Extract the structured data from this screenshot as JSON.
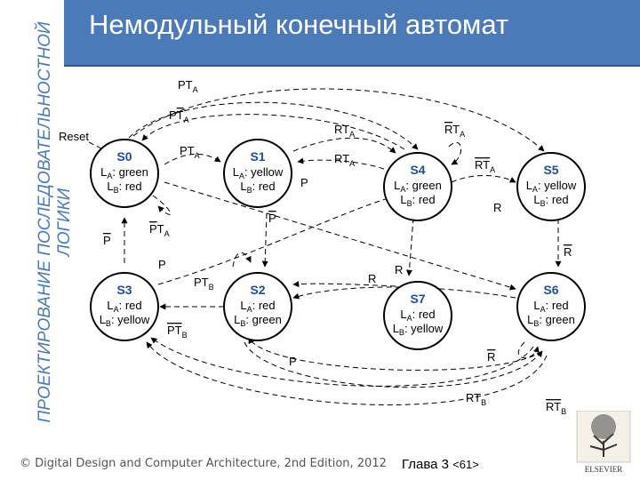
{
  "title": "Немодульный конечный автомат",
  "side_label": "ПРОЕКТИРОВАНИЕ ПОСЛЕДОВАТЕЛЬНОСТНОЙ ЛОГИКИ",
  "footer": {
    "copyright": "© Digital Design and Computer Architecture, 2nd Edition, 2012",
    "chapter": "Глава 3",
    "page": "<61>"
  },
  "logo_text": "ELSEVIER",
  "colors": {
    "header": "#4a7ab8",
    "state_name": "#1f4e9c"
  },
  "reset_label": "Reset",
  "states": [
    {
      "id": "s0",
      "name": "S0",
      "a": "green",
      "b": "red"
    },
    {
      "id": "s1",
      "name": "S1",
      "a": "yellow",
      "b": "red"
    },
    {
      "id": "s2",
      "name": "S2",
      "a": "red",
      "b": "green"
    },
    {
      "id": "s3",
      "name": "S3",
      "a": "red",
      "b": "yellow"
    },
    {
      "id": "s4",
      "name": "S4",
      "a": "green",
      "b": "red"
    },
    {
      "id": "s5",
      "name": "S5",
      "a": "yellow",
      "b": "red"
    },
    {
      "id": "s6",
      "name": "S6",
      "a": "red",
      "b": "green"
    },
    {
      "id": "s7",
      "name": "S7",
      "a": "red",
      "b": "yellow"
    }
  ],
  "labels": [
    {
      "id": "pta-top",
      "text": "PT",
      "sub": "A",
      "over": "none"
    },
    {
      "id": "npta-top",
      "text": "PT",
      "sub": "A",
      "over": "T"
    },
    {
      "id": "rta-1",
      "text": "RT",
      "sub": "A",
      "over": "none"
    },
    {
      "id": "rta-2",
      "text": "RT",
      "sub": "A",
      "over": "none"
    },
    {
      "id": "pta-s0s1",
      "text": "PT",
      "sub": "A",
      "over": "none"
    },
    {
      "id": "nrta-s4",
      "text": "RT",
      "sub": "A",
      "over": "R"
    },
    {
      "id": "nrnta-s5",
      "text": "RT",
      "sub": "A",
      "over": "RT"
    },
    {
      "id": "p-s1s4",
      "text": "P",
      "sub": "",
      "over": "none"
    },
    {
      "id": "np-s1s2",
      "text": "P",
      "sub": "",
      "over": "P"
    },
    {
      "id": "npta-s0",
      "text": "PT",
      "sub": "A",
      "over": "P"
    },
    {
      "id": "np-s3s0",
      "text": "P",
      "sub": "",
      "over": "P"
    },
    {
      "id": "r-s5s6",
      "text": "R",
      "sub": "",
      "over": "none"
    },
    {
      "id": "nr-s5s6",
      "text": "R",
      "sub": "",
      "over": "R"
    },
    {
      "id": "p-s3s4",
      "text": "P",
      "sub": "",
      "over": "none"
    },
    {
      "id": "ptb-s2",
      "text": "PT",
      "sub": "B",
      "over": "none"
    },
    {
      "id": "nptb-s2s3",
      "text": "PT",
      "sub": "B",
      "over": "PT"
    },
    {
      "id": "r-s7",
      "text": "R",
      "sub": "",
      "over": "none"
    },
    {
      "id": "r-s6s2",
      "text": "R",
      "sub": "",
      "over": "none"
    },
    {
      "id": "p-s6s2",
      "text": "P",
      "sub": "",
      "over": "none"
    },
    {
      "id": "nr-s6",
      "text": "R",
      "sub": "",
      "over": "R"
    },
    {
      "id": "rtb-1",
      "text": "RT",
      "sub": "B",
      "over": "none"
    },
    {
      "id": "nrtb-2",
      "text": "RT",
      "sub": "B",
      "over": "RT"
    }
  ]
}
